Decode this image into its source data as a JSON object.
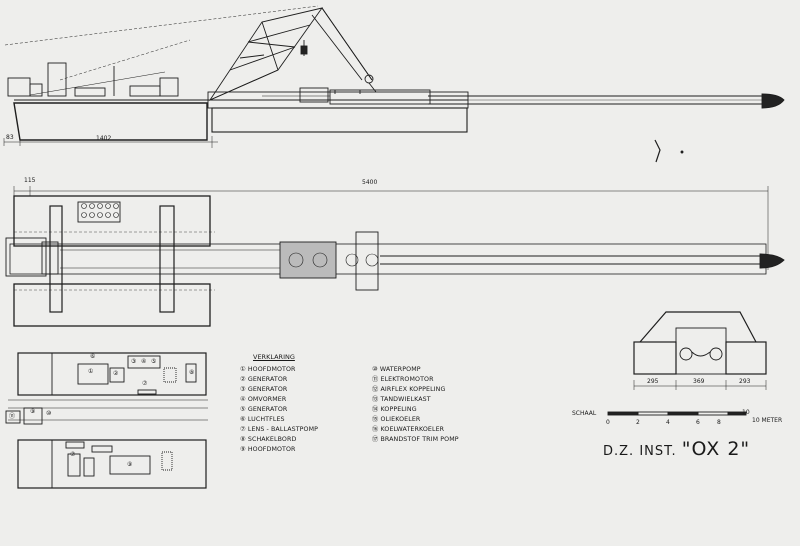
{
  "title": {
    "prefix": "D.Z. INST.",
    "name": "\"OX 2\""
  },
  "dimensions": {
    "d83": "83",
    "d1402": "1402",
    "d5400": "5400",
    "d115": "115",
    "d295": "295",
    "d369": "369",
    "d293": "293"
  },
  "scale": {
    "label": "SCHAAL",
    "ticks": [
      "0",
      "2",
      "4",
      "6",
      "8",
      "10"
    ],
    "unit": "10 METER"
  },
  "legend": {
    "heading": "VERKLARING",
    "items": [
      "① HOOFDMOTOR",
      "② GENERATOR",
      "③ GENERATOR",
      "④ OMVORMER",
      "⑤ GENERATOR",
      "⑥ LUCHTFLES",
      "⑦ LENS - BALLASTPOMP",
      "⑧ SCHAKELBORD",
      "⑨ HOOFDMOTOR",
      "⑩ WATERPOMP",
      "⑪ ELEKTROMOTOR",
      "⑫ AIRFLEX KOPPELING",
      "⑬ TANDWIELKAST",
      "⑭ KOPPELING",
      "⑮ OLIEKOELER",
      "⑯ KOELWATERKOELER",
      "⑰ BRANDSTOF TRIM POMP"
    ]
  },
  "plan_labels": {
    "p1": "①",
    "p2": "②",
    "p3": "③",
    "p4": "④",
    "p5": "⑤",
    "p6": "⑥",
    "p7": "⑦",
    "p8": "⑧",
    "p9": "⑨",
    "p10": "⑩",
    "p11": "⑪",
    "p7b": "⑦",
    "p9b": "⑨"
  }
}
